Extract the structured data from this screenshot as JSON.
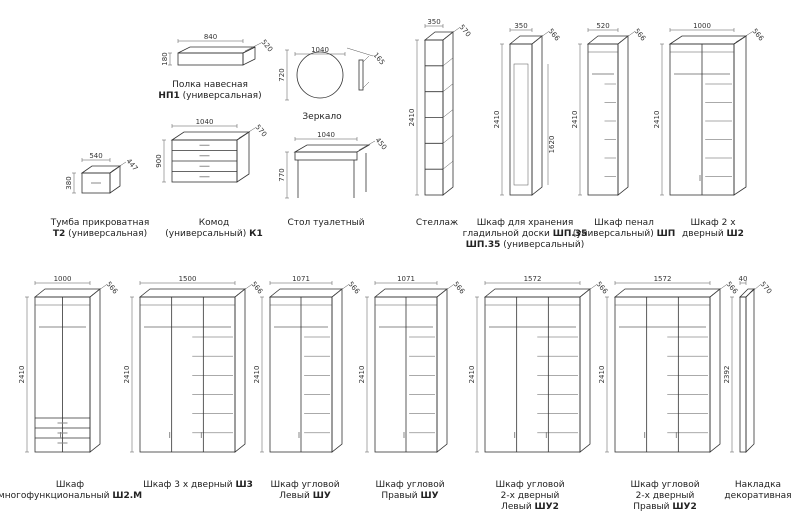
{
  "items": [
    {
      "id": "np1",
      "name": "Полка навесная",
      "code": "НП1",
      "suffix": "(универсальная)",
      "w": "840",
      "h": "180",
      "d": "520"
    },
    {
      "id": "mirror",
      "name": "Зеркало",
      "w": "1040",
      "h": "720",
      "d": "165"
    },
    {
      "id": "k1",
      "name": "Комод",
      "code": "К1",
      "line2": "(универсальный)",
      "w": "1040",
      "h": "900",
      "d": "570"
    },
    {
      "id": "t2",
      "name": "Тумба прикроватная",
      "code": "Т2",
      "suffix": "(универсальная)",
      "w": "540",
      "h": "380",
      "d": "447"
    },
    {
      "id": "table",
      "name": "Стол туалетный",
      "w": "1040",
      "h": "770",
      "d": "450"
    },
    {
      "id": "rack",
      "name": "Стеллаж",
      "w": "350",
      "h": "2410",
      "d": "570"
    },
    {
      "id": "shp35",
      "name": "Шкаф для хранения",
      "line2": "гладильной доски",
      "code": "ШП.35",
      "suffix": "(универсальный)",
      "w": "350",
      "h": "2410",
      "d": "566",
      "inner": "1620"
    },
    {
      "id": "shp",
      "name": "Шкаф пенал",
      "code": "ШП",
      "line2": "(универсальный)",
      "w": "520",
      "h": "2410",
      "d": "566"
    },
    {
      "id": "sh2",
      "name": "Шкаф 2 х",
      "line2": "дверный",
      "code": "Ш2",
      "w": "1000",
      "h": "2410",
      "d": "566"
    },
    {
      "id": "sh2m",
      "name": "Шкаф",
      "code": "Ш2.М",
      "line2": "многофункциональный",
      "w": "1000",
      "h": "2410",
      "d": "566"
    },
    {
      "id": "sh3",
      "name": "Шкаф 3 х дверный",
      "code": "Ш3",
      "w": "1500",
      "h": "2410",
      "d": "566"
    },
    {
      "id": "shu_l",
      "name": "Шкаф угловой",
      "line2": "Левый",
      "code": "ШУ",
      "w": "1071",
      "h": "2410",
      "d": "566"
    },
    {
      "id": "shu_r",
      "name": "Шкаф угловой",
      "line2": "Правый",
      "code": "ШУ",
      "w": "1071",
      "h": "2410",
      "d": "566"
    },
    {
      "id": "shu2_l",
      "name": "Шкаф угловой",
      "line2": "2-х дверный",
      "line3": "Левый",
      "code": "ШУ2",
      "w": "1572",
      "h": "2410",
      "d": "566"
    },
    {
      "id": "shu2_r",
      "name": "Шкаф угловой",
      "line2": "2-х дверный",
      "line3": "Правый",
      "code": "ШУ2",
      "w": "1572",
      "h": "2410",
      "d": "566"
    },
    {
      "id": "nak",
      "name": "Накладка",
      "line2": "декоративная",
      "w": "40",
      "h": "2392",
      "d": "570"
    }
  ]
}
